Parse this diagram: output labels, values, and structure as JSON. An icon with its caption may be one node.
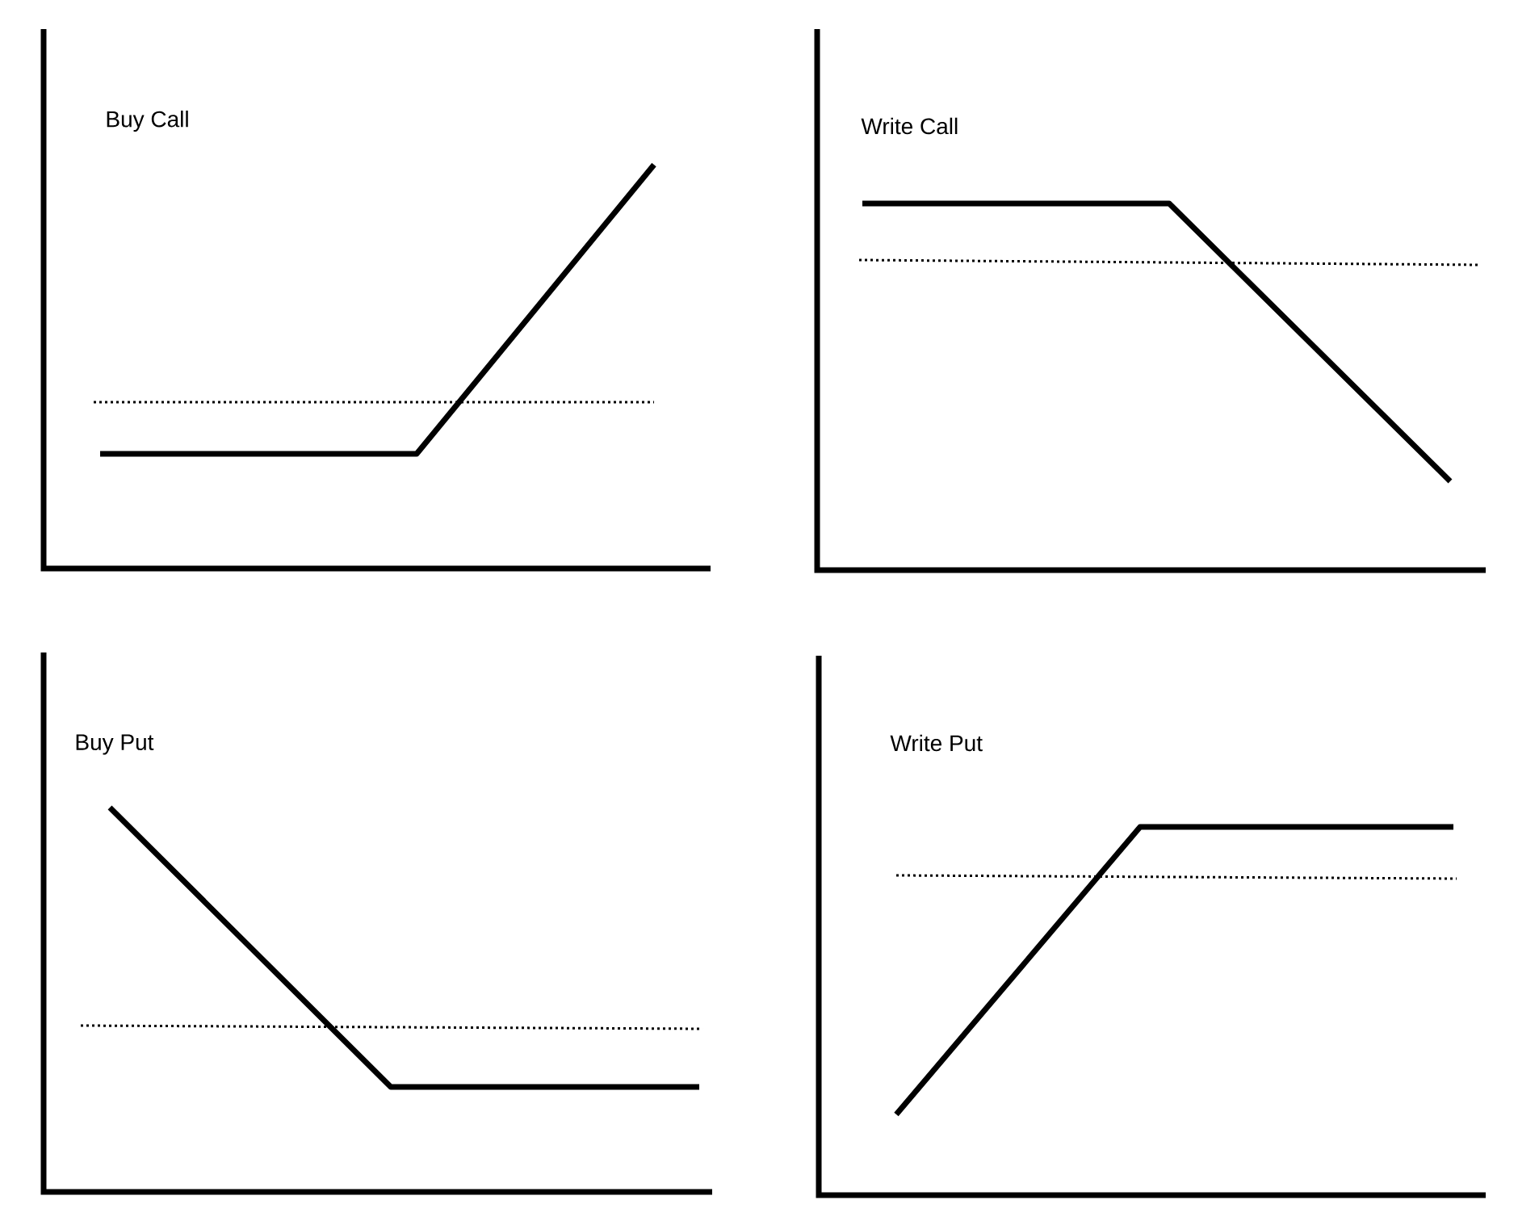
{
  "diagram": {
    "labels": [
      "Buy Call",
      "Write Call",
      "Buy Put",
      "Write Put"
    ]
  }
}
